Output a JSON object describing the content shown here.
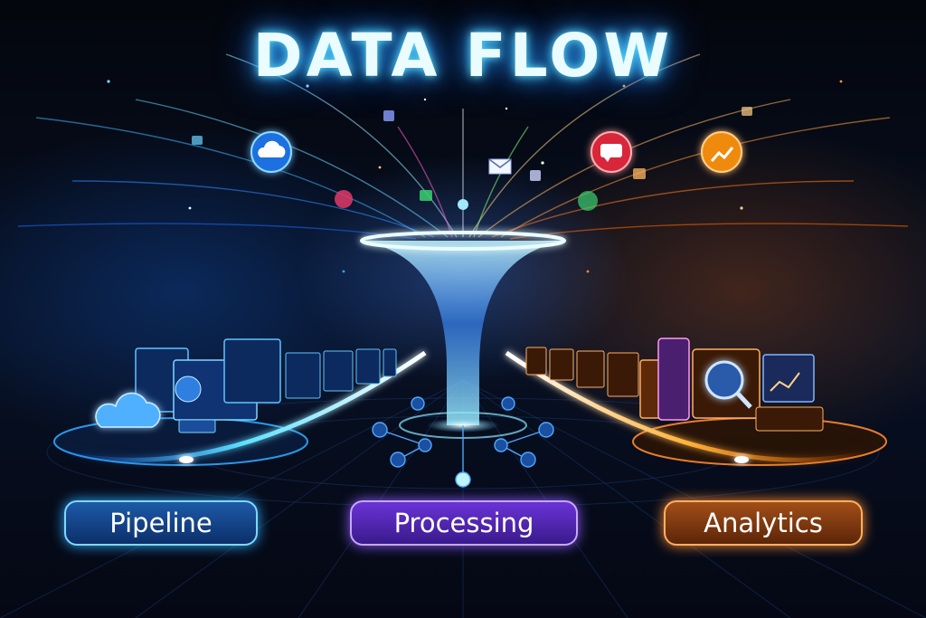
{
  "title": "DATA FLOW",
  "stages": [
    {
      "label": "Pipeline"
    },
    {
      "label": "Processing"
    },
    {
      "label": "Analytics"
    }
  ],
  "colors": {
    "pipeline": "#2ea8ff",
    "processing": "#8a5cff",
    "analytics": "#ff8a2e",
    "title_glow": "#5fe4ff"
  },
  "icons": [
    "cloud-icon",
    "mail-icon",
    "chat-bubble-icon",
    "chart-icon",
    "server-rack-icon",
    "monitor-icon",
    "search-icon",
    "network-node-icon",
    "funnel-icon"
  ]
}
